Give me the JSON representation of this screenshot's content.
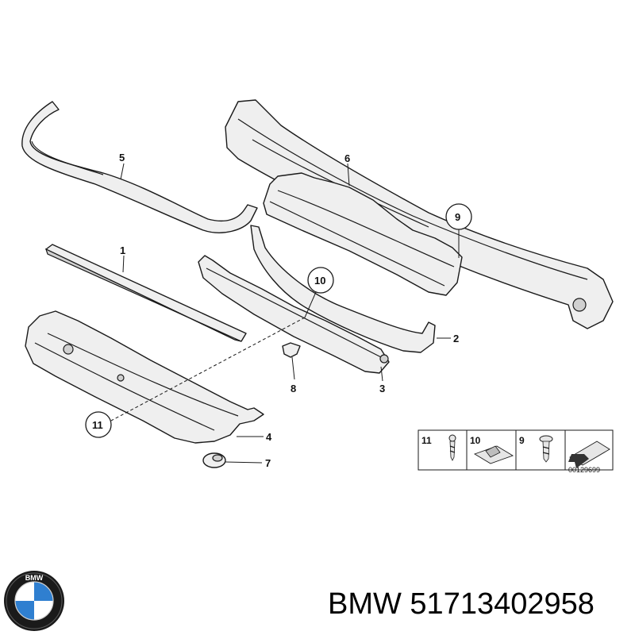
{
  "callouts": [
    "1",
    "2",
    "3",
    "4",
    "5",
    "6",
    "7",
    "8",
    "9",
    "10",
    "11"
  ],
  "legend": {
    "items": [
      "11",
      "10",
      "9"
    ],
    "reference": "00129699"
  },
  "footer": {
    "brand": "BMW",
    "part_number": "51713402958",
    "text": "BMW 51713402958"
  },
  "logo": {
    "letters": "BMW",
    "colors": {
      "blue": "#2f7fd0",
      "white": "#ffffff",
      "ring": "#1a1a1a"
    }
  }
}
